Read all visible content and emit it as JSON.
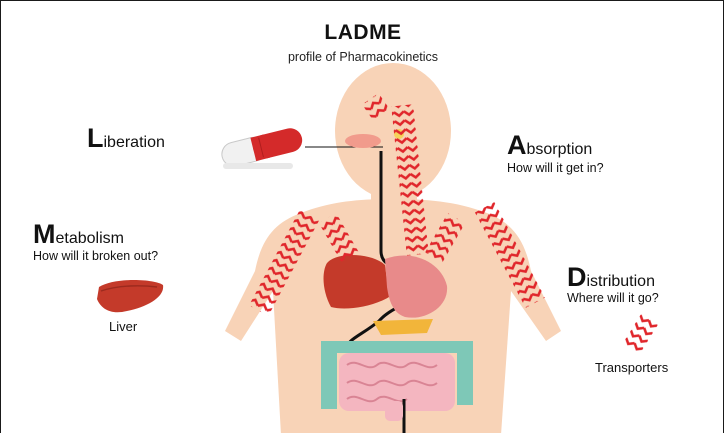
{
  "title": "LADME",
  "subtitle": "profile of Pharmacokinetics",
  "stages": {
    "liberation": {
      "initial": "L",
      "rest": "iberation"
    },
    "absorption": {
      "initial": "A",
      "rest": "bsorption",
      "question": "How will it get in?"
    },
    "metabolism": {
      "initial": "M",
      "rest": "etabolism",
      "question": "How will it broken out?"
    },
    "distribution": {
      "initial": "D",
      "rest": "istribution",
      "question": "Where will it go?"
    }
  },
  "labels": {
    "liver": "Liver",
    "transporters": "Transporters"
  },
  "colors": {
    "skin": "#f8d3b7",
    "transporter": "#e0262b",
    "liver": "#c43a2a",
    "stomach": "#e88a8a",
    "colon": "#7ec8b7",
    "intestine": "#f4b6c0",
    "pill_red": "#d42a2a"
  }
}
